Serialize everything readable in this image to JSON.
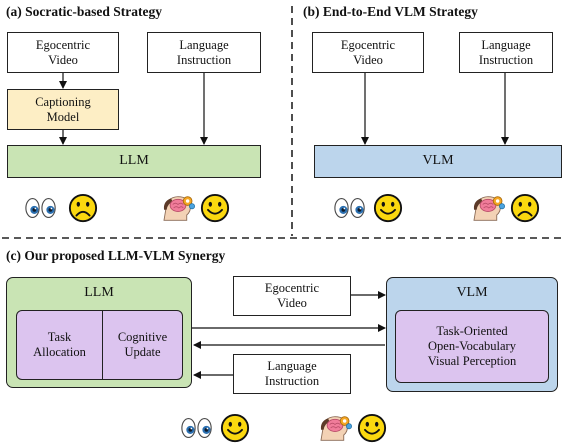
{
  "panel_a": {
    "title": "(a) Socratic-based Strategy",
    "egocentric_video": "Egocentric\nVideo",
    "language_instruction": "Language\nInstruction",
    "captioning_model": "Captioning\nModel",
    "llm": "LLM"
  },
  "panel_b": {
    "title": "(b) End-to-End VLM Strategy",
    "egocentric_video": "Egocentric\nVideo",
    "language_instruction": "Language\nInstruction",
    "vlm": "VLM"
  },
  "panel_c": {
    "title": "(c) Our proposed LLM-VLM Synergy",
    "llm": "LLM",
    "task_allocation": "Task\nAllocation",
    "cognitive_update": "Cognitive\nUpdate",
    "egocentric_video": "Egocentric\nVideo",
    "language_instruction": "Language\nInstruction",
    "vlm": "VLM",
    "visual_perception": "Task-Oriented\nOpen-Vocabulary\nVisual Perception"
  },
  "icons": {
    "eyes": "eyes-icon",
    "brain": "brain-head-icon",
    "happy": "smiley-happy-icon",
    "sad": "smiley-sad-icon"
  },
  "colors": {
    "caption_box": "#fdeec5",
    "llm_box": "#c9e4b4",
    "vlm_box": "#bcd5ec",
    "inner_box": "#dcc4ef",
    "smiley": "#fbd80f"
  }
}
